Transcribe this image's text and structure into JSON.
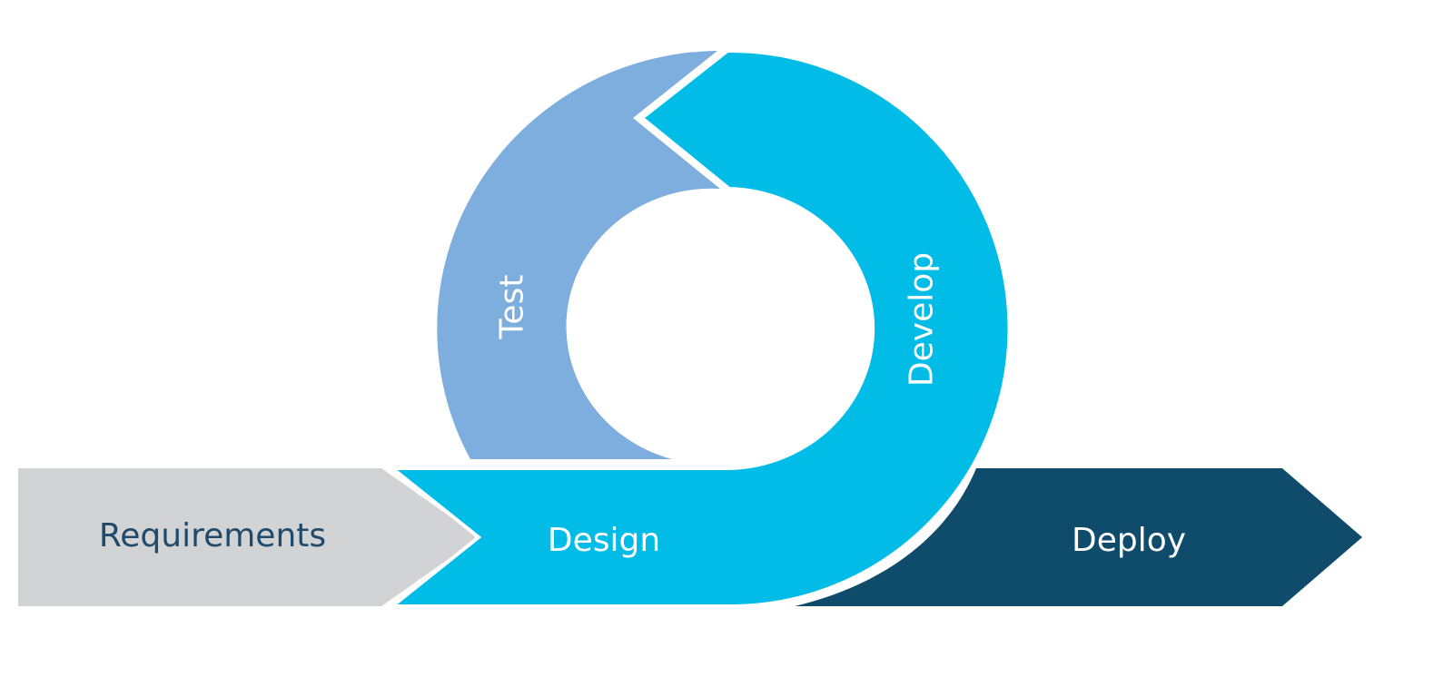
{
  "stages": {
    "requirements": {
      "label": "Requirements",
      "color": "#D1D3D4",
      "text_color": "#1F4A6B"
    },
    "design": {
      "label": "Design",
      "color": "#00BCE7",
      "text_color": "#FFFFFF"
    },
    "develop": {
      "label": "Develop",
      "color": "#00BCE7",
      "text_color": "#FFFFFF"
    },
    "test": {
      "label": "Test",
      "color": "#7DAEDD",
      "text_color": "#FFFFFF"
    },
    "deploy": {
      "label": "Deploy",
      "color": "#0F4C6C",
      "text_color": "#FFFFFF"
    }
  },
  "background": "#FFFFFF"
}
